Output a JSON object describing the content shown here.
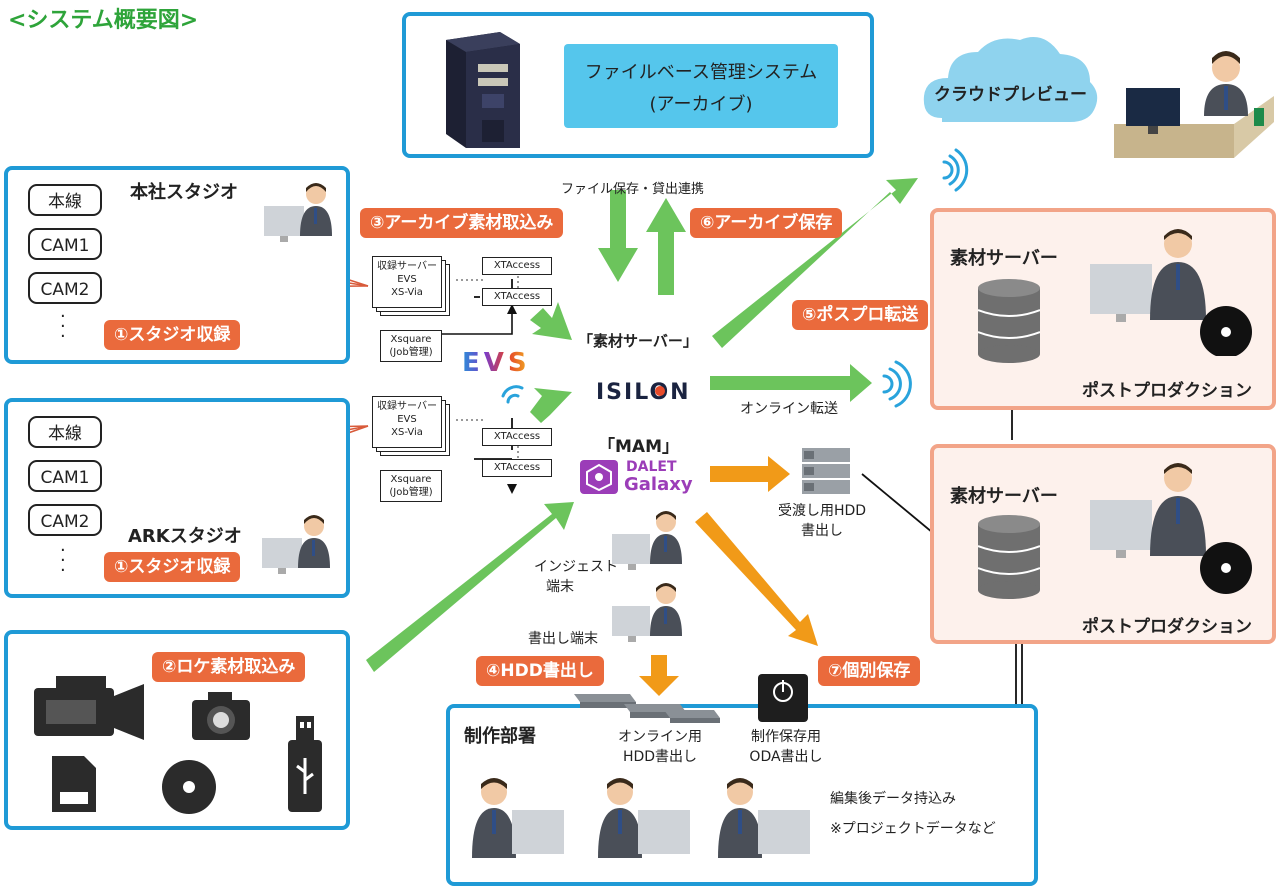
{
  "title": "<システム概要図>",
  "archive": {
    "line1": "ファイルベース管理システム",
    "line2": "(アーカイブ)"
  },
  "cloud": {
    "label": "クラウドプレビュー"
  },
  "file_link_label": "ファイル保存・貸出連携",
  "tags": {
    "archive_ingest": "③アーカイブ素材取込み",
    "archive_save": "⑥アーカイブ保存",
    "pospro": "⑤ポスプロ転送",
    "studio_rec_1": "①スタジオ収録",
    "studio_rec_2": "①スタジオ収録",
    "location": "②ロケ素材取込み",
    "hdd_write": "④HDD書出し",
    "individual": "⑦個別保存"
  },
  "studio_hq": {
    "title": "本社スタジオ",
    "sources": [
      "本線",
      "CAM1",
      "CAM2"
    ],
    "dots": ":"
  },
  "studio_ark": {
    "title": "ARKスタジオ",
    "sources": [
      "本線",
      "CAM1",
      "CAM2"
    ],
    "dots": ":"
  },
  "evs_upper": {
    "rec_lines": [
      "収録サーバー",
      "EVS",
      "XS-Via"
    ],
    "xta1": "XTAccess",
    "xta2": "XTAccess",
    "xsq": [
      "Xsquare",
      "(Job管理)"
    ]
  },
  "evs_lower": {
    "rec_lines": [
      "収録サーバー",
      "EVS",
      "XS-Via"
    ],
    "xta1": "XTAccess",
    "xta2": "XTAccess",
    "xsq": [
      "Xsquare",
      "(Job管理)"
    ]
  },
  "evs_logo": "EVS",
  "center": {
    "material_server": "「素材サーバー」",
    "isilon": "ISILON",
    "mam": "「MAM」",
    "dalet_line1": "DALET",
    "dalet_line2": "Galaxy"
  },
  "online_transfer": "オンライン転送",
  "handoff_hdd": [
    "受渡し用HDD",
    "書出し"
  ],
  "ingest_terminal": [
    "インジェスト",
    "端末"
  ],
  "export_terminal": "書出し端末",
  "post1": {
    "title": "素材サーバー",
    "caption": "ポストプロダクション"
  },
  "post2": {
    "title": "素材サーバー",
    "caption": "ポストプロダクション"
  },
  "production": {
    "title": "制作部署",
    "online_hdd": [
      "オンライン用",
      "HDD書出し"
    ],
    "oda": [
      "制作保存用",
      "ODA書出し"
    ],
    "bring_in": "編集後データ持込み",
    "note": "※プロジェクトデータなど"
  },
  "colors": {
    "blue_border": "#1f9ad6",
    "tag": "#ea6a3c",
    "green_arrow": "#6cc45c",
    "orange_arrow": "#f19a18",
    "salmon_border": "#f2a488"
  }
}
